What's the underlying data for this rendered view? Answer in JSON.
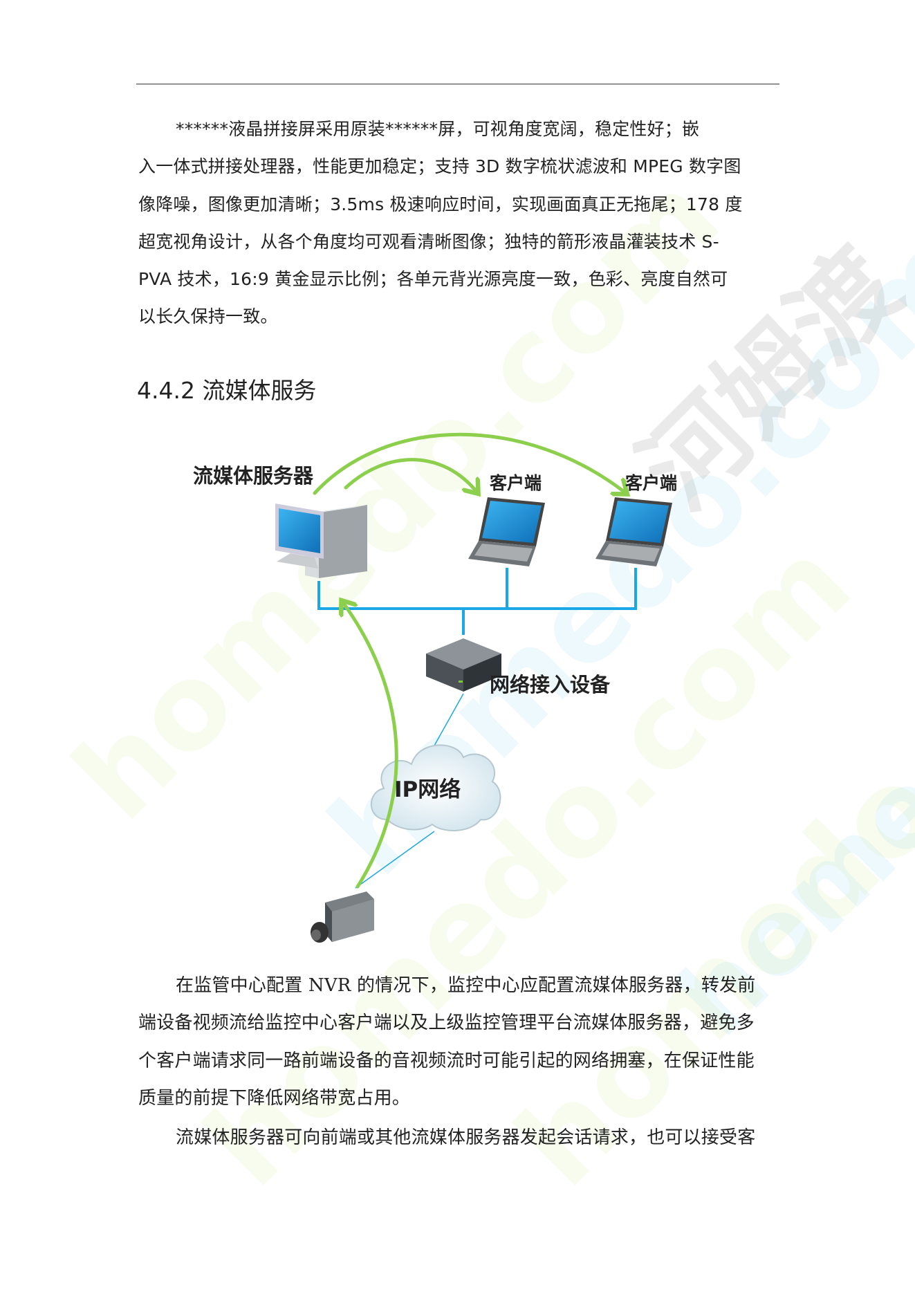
{
  "paragraph_1": {
    "lines": [
      "******液晶拼接屏采用原装******屏，可视角度宽阔，稳定性好；嵌",
      "入一体式拼接处理器，性能更加稳定；支持 3D 数字梳状滤波和 MPEG 数字图",
      "像降噪，图像更加清晰；3.5ms 极速响应时间，实现画面真正无拖尾；178 度",
      "超宽视角设计，从各个角度均可观看清晰图像；独特的箭形液晶灌装技术 S-",
      "PVA 技术，16:9 黄金显示比例；各单元背光源亮度一致，色彩、亮度自然可",
      "以长久保持一致。"
    ]
  },
  "section_heading": "4.4.2  流媒体服务",
  "diagram": {
    "server_label": "流媒体服务器",
    "client_label_1": "客户端",
    "client_label_2": "客户端",
    "switch_label": "网络接入设备",
    "cloud_label": "IP网络",
    "colors": {
      "arrow": "#8ccf4d",
      "lan": "#1aa7e6",
      "screen": "#1a8fd6"
    }
  },
  "paragraph_2": {
    "lines": [
      "在监管中心配置 NVR 的情况下，监控中心应配置流媒体服务器，转发前",
      "端设备视频流给监控中心客户端以及上级监控管理平台流媒体服务器，避免多",
      "个客户端请求同一路前端设备的音视频流时可能引起的网络拥塞，在保证性能",
      "质量的前提下降低网络带宽占用。"
    ]
  },
  "paragraph_3": {
    "lines": [
      "流媒体服务器可向前端或其他流媒体服务器发起会话请求，也可以接受客"
    ]
  },
  "watermark": {
    "text_latin": "homedo.com",
    "text_cn": "河姆渡"
  }
}
